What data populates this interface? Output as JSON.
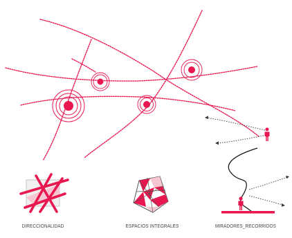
{
  "colors": {
    "accent": "#e8174f",
    "arrow": "#333333",
    "ink": "#111111",
    "caption": "#444444"
  },
  "icons": {
    "person": "person-icon",
    "focal_point": "concentric-target-icon"
  },
  "captions": {
    "directionality": "DIRECCIONALIDAD",
    "integral_spaces": "ESPACIOS INTEGRALES",
    "viewpoints": "MIRADORES_RECORRIDOS"
  }
}
